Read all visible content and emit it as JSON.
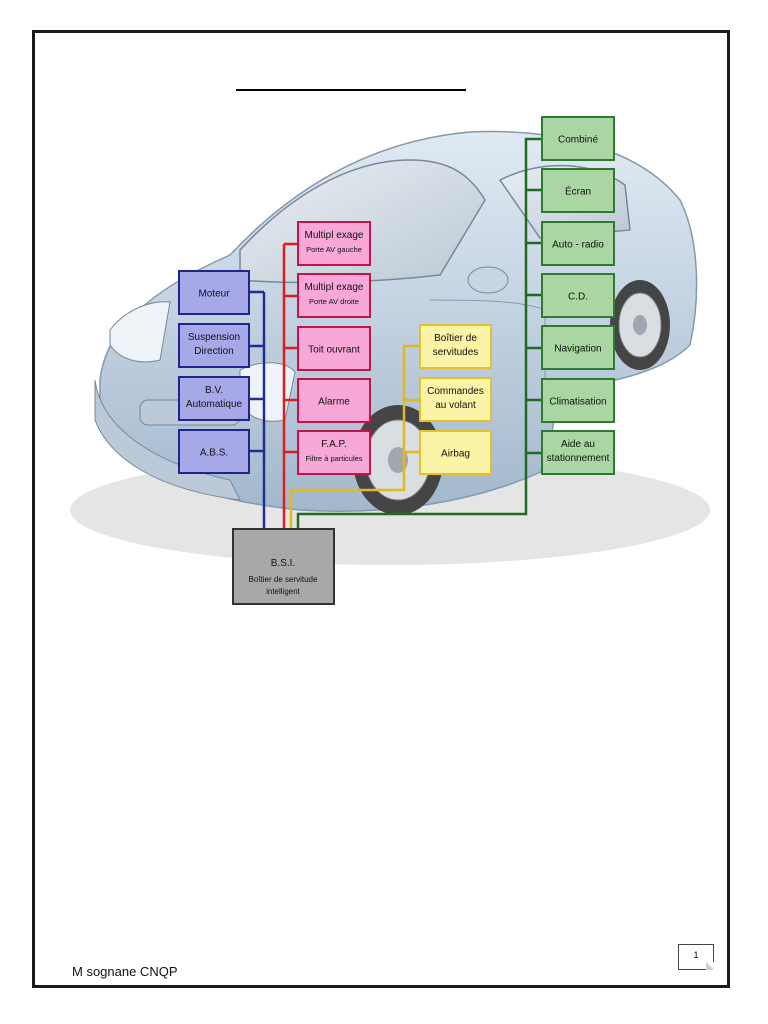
{
  "colors": {
    "blue_fill": "#a6a8e8",
    "blue_stroke": "#23238f",
    "blue_line": "#1f2f8f",
    "pink_fill": "#f7a8d8",
    "pink_stroke": "#c0144a",
    "red_line": "#e01c1c",
    "yellow_fill": "#fbf3a6",
    "yellow_stroke": "#e2c12a",
    "yellow_line": "#e2b81c",
    "green_fill": "#a9d6a2",
    "green_stroke": "#2f7a2f",
    "green_line": "#1f6b1f",
    "grey_fill": "#a8a8a8",
    "grey_stroke": "#333333"
  },
  "bsi": {
    "title": "B.S.I.",
    "subtitle_1": "Boîtier de servitude",
    "subtitle_2": "intelligent"
  },
  "blue_group": [
    {
      "id": "moteur",
      "lines": [
        "Moteur"
      ]
    },
    {
      "id": "suspension",
      "lines": [
        "Suspension",
        "Direction"
      ]
    },
    {
      "id": "bv",
      "lines": [
        "B.V.",
        "Automatique"
      ]
    },
    {
      "id": "abs",
      "lines": [
        "A.B.S."
      ]
    }
  ],
  "pink_group": [
    {
      "id": "multiplexage-gauche",
      "lines": [
        "Multipl exage",
        "Porte AV gauche"
      ]
    },
    {
      "id": "multiplexage-droite",
      "lines": [
        "Multipl exage",
        "Porte AV droite"
      ]
    },
    {
      "id": "toit-ouvrant",
      "lines": [
        "Toit ouvrant"
      ]
    },
    {
      "id": "alarme",
      "lines": [
        "Alarme"
      ]
    },
    {
      "id": "fap",
      "lines": [
        "F.A.P.",
        "Filtre à particules"
      ]
    }
  ],
  "yellow_group": [
    {
      "id": "boitier-servitudes",
      "lines": [
        "Boîtier de",
        "servitudes"
      ]
    },
    {
      "id": "commandes-volant",
      "lines": [
        "Commandes",
        "au volant"
      ]
    },
    {
      "id": "airbag",
      "lines": [
        "Airbag"
      ]
    }
  ],
  "green_group": [
    {
      "id": "combine",
      "lines": [
        "Combiné"
      ]
    },
    {
      "id": "ecran",
      "lines": [
        "Écran"
      ]
    },
    {
      "id": "auto-radio",
      "lines": [
        "Auto - radio"
      ]
    },
    {
      "id": "cd",
      "lines": [
        "C.D."
      ]
    },
    {
      "id": "navigation",
      "lines": [
        "Navigation"
      ]
    },
    {
      "id": "climatisation",
      "lines": [
        "Climatisation"
      ]
    },
    {
      "id": "aide-stationnement",
      "lines": [
        "Aide au",
        "stationnement"
      ]
    }
  ],
  "footer": {
    "author": "M  sognane CNQP",
    "page_number": "1"
  }
}
